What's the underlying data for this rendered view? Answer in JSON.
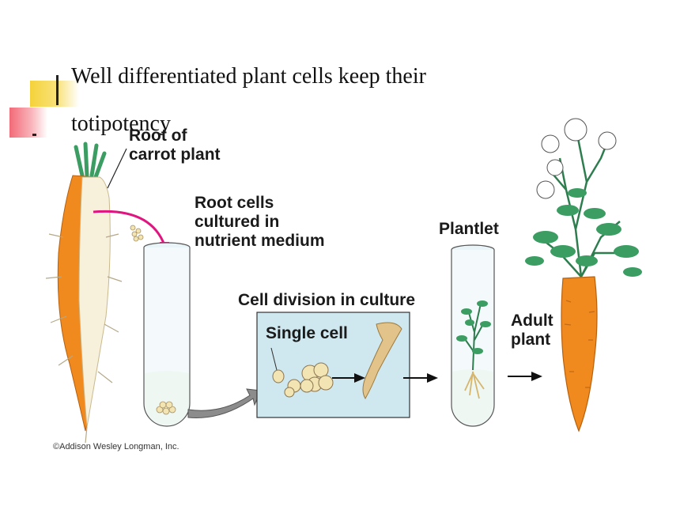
{
  "heading": {
    "line1": "Well differentiated plant cells keep their",
    "line2": "totipotency"
  },
  "labels": {
    "root": [
      "Root of",
      "carrot plant"
    ],
    "cultured": [
      "Root cells",
      "cultured in",
      "nutrient medium"
    ],
    "plantlet": "Plantlet",
    "division": "Cell division in culture",
    "single_cell": "Single cell",
    "adult": [
      "Adult",
      "plant"
    ]
  },
  "copyright": "©Addison Wesley Longman, Inc.",
  "colors": {
    "carrot_orange": "#f08a1e",
    "carrot_core": "#f7f1dc",
    "leaf_green": "#2e8b57",
    "culture_box": "#cfe7ef",
    "arrow_magenta": "#e0157f",
    "bullet_yellow": "#f5d23a",
    "bullet_red": "#f26a78"
  }
}
